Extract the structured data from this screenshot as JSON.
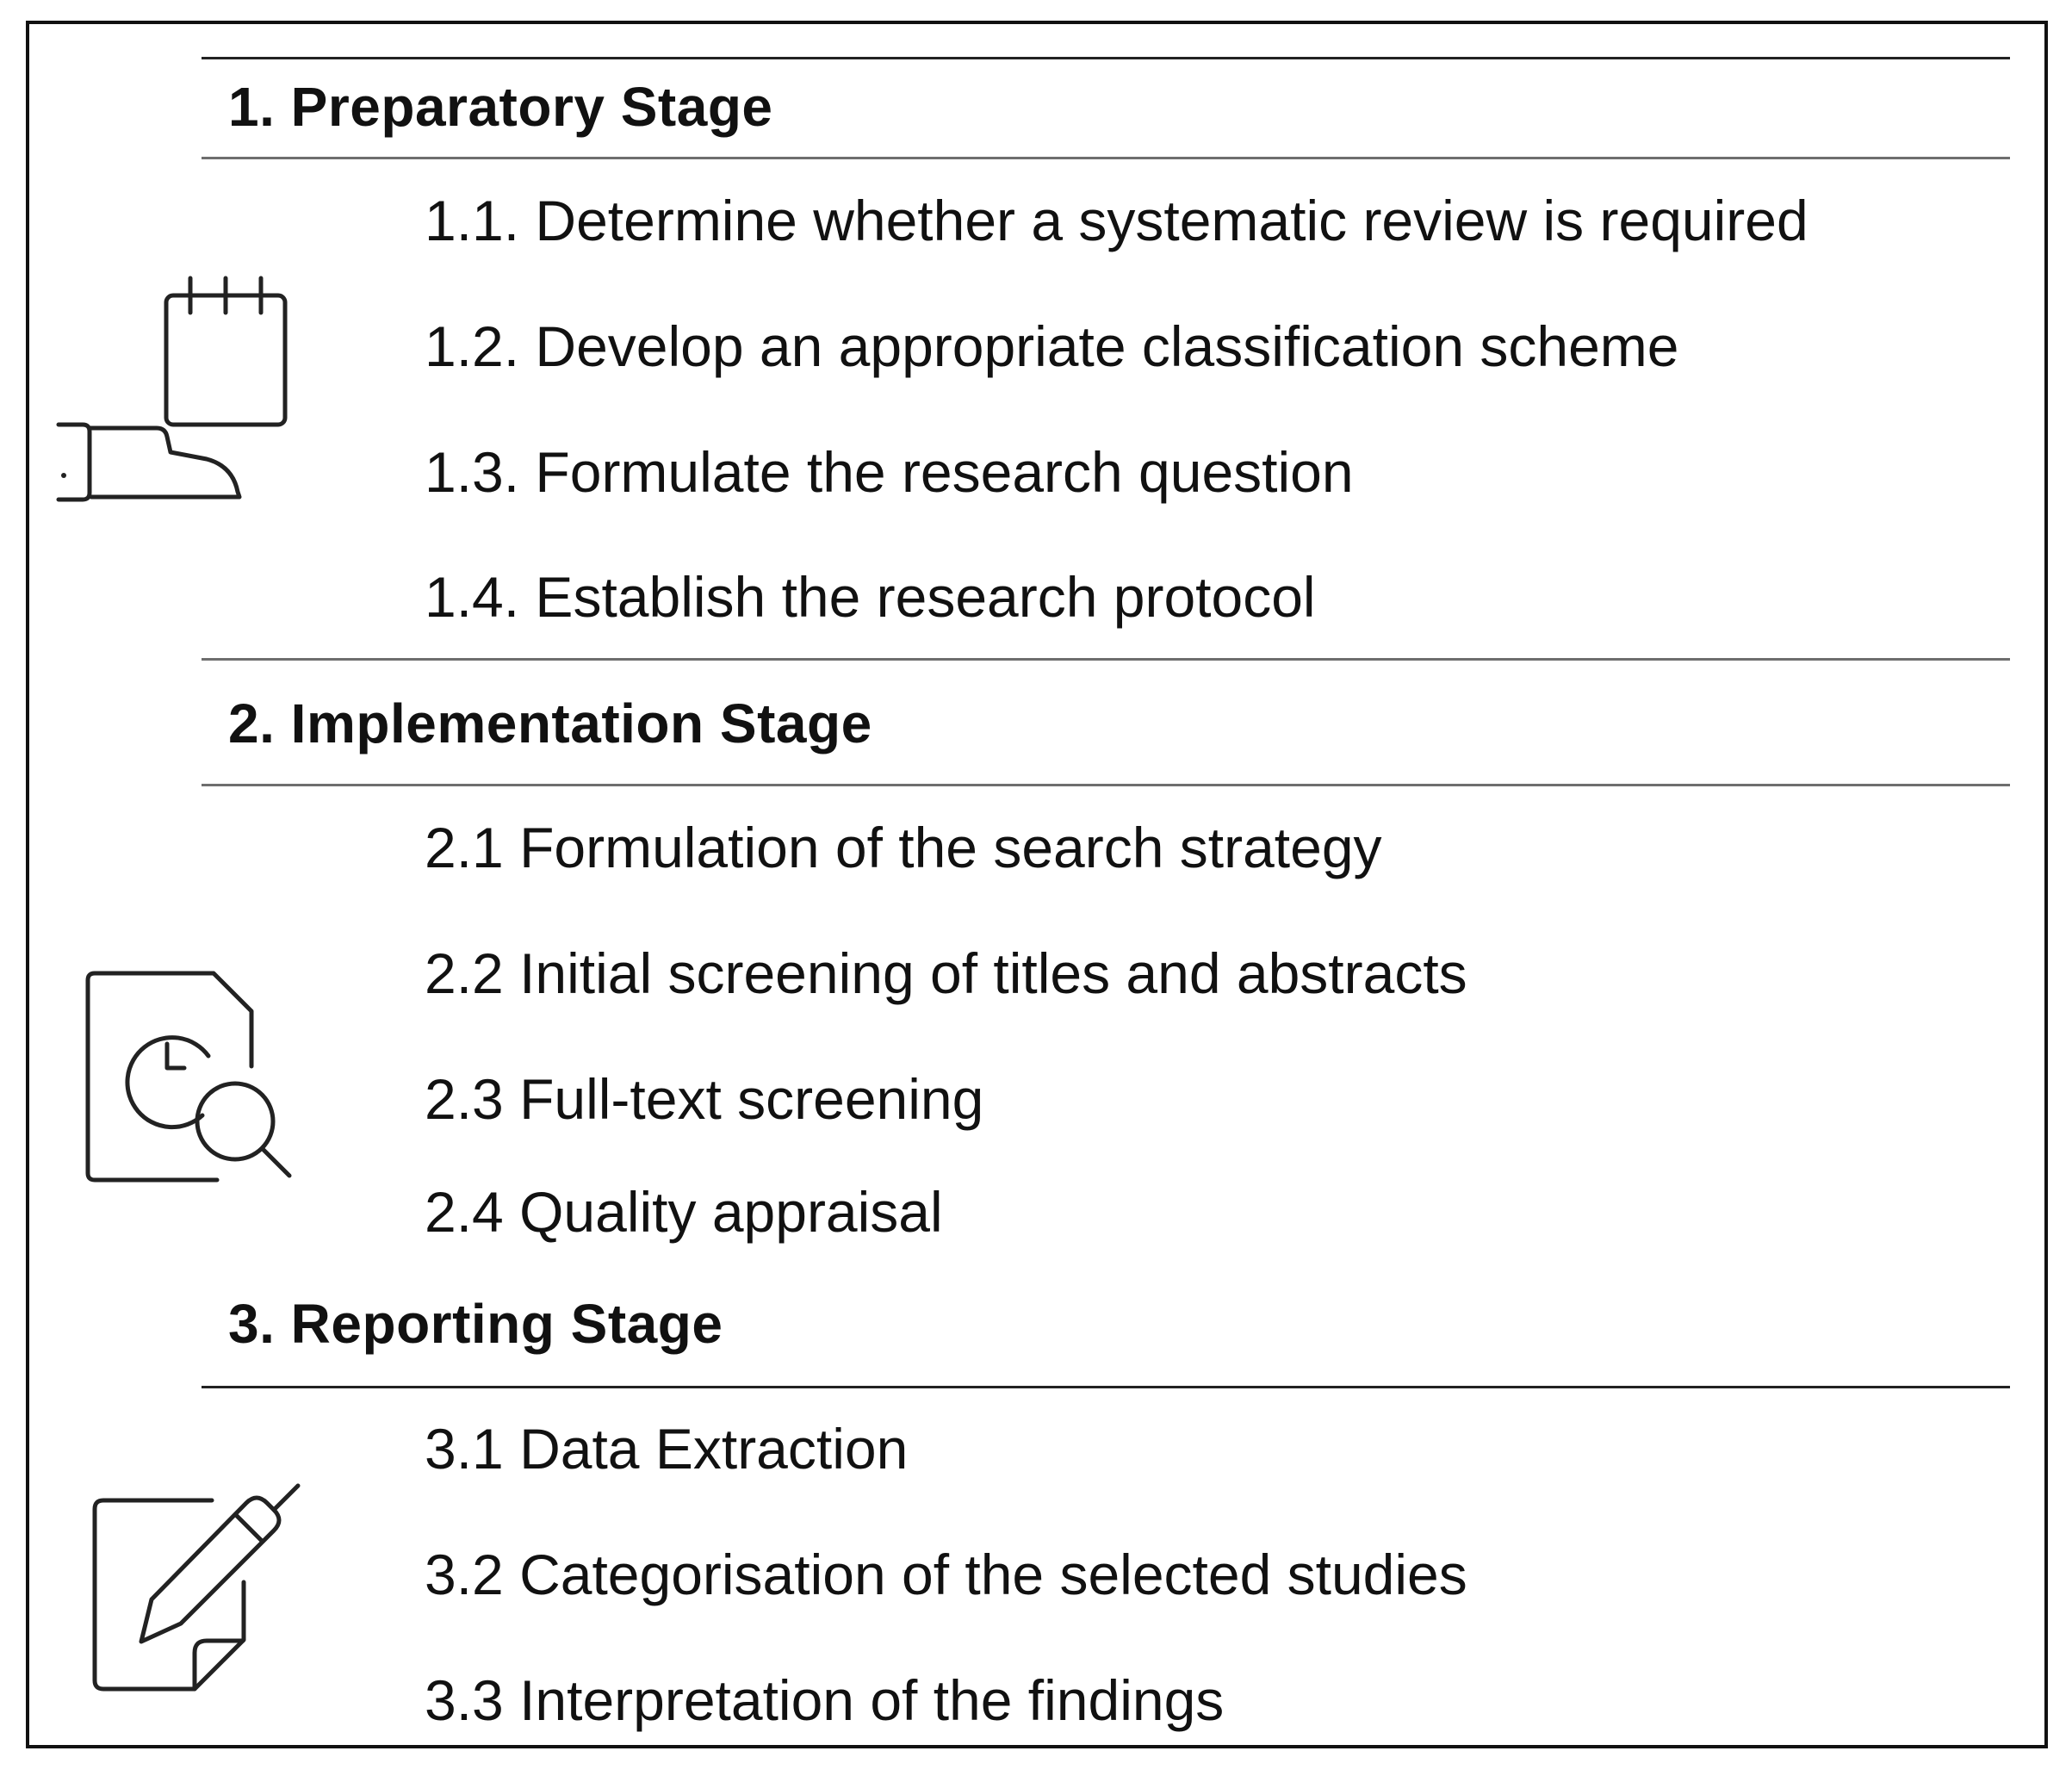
{
  "stages": [
    {
      "title": "1. Preparatory  Stage",
      "icon": "notepad-hand-icon",
      "steps": [
        "1.1. Determine whether a systematic review is required",
        "1.2. Develop an appropriate classification scheme",
        "1.3. Formulate the research question",
        "1.4. Establish the research protocol"
      ]
    },
    {
      "title": "2. Implementation Stage",
      "icon": "document-clock-search-icon",
      "steps": [
        "2.1 Formulation of the search strategy",
        "2.2 Initial screening of titles and abstracts",
        "2.3 Full-text screening",
        "2.4 Quality appraisal"
      ]
    },
    {
      "title": "3. Reporting Stage",
      "icon": "document-pen-icon",
      "steps": [
        "3.1 Data Extraction",
        "3.2 Categorisation of the selected studies",
        "3.3 Interpretation of the findings"
      ]
    }
  ]
}
